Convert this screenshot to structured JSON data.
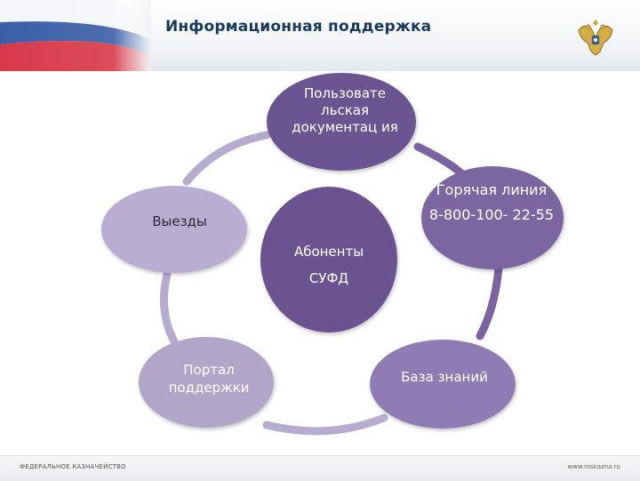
{
  "header": {
    "title": "Информационная поддержка",
    "emblem_icon": "double-headed-eagle-icon"
  },
  "diagram": {
    "center": {
      "line1": "Абоненты",
      "line2": "СУФД"
    },
    "nodes": {
      "top": "Пользовате льская документац ия",
      "right_title": "Горячая линия",
      "right_phone": "8-800-100- 22-55",
      "bottom_right": "База знаний",
      "bottom_left": "Портал поддержки",
      "left": "Выезды"
    },
    "colors": {
      "dark": "#6b5592",
      "mid": "#7c66a2",
      "light": "#9a86bc",
      "pale": "#b1a5c8",
      "ring": "#b7acd0",
      "ring_dark": "#7a63a0"
    }
  },
  "footer": {
    "left": "ФЕДЕРАЛЬНОЕ КАЗНАЧЕЙСТВО",
    "right": "www.roskazna.ru"
  }
}
